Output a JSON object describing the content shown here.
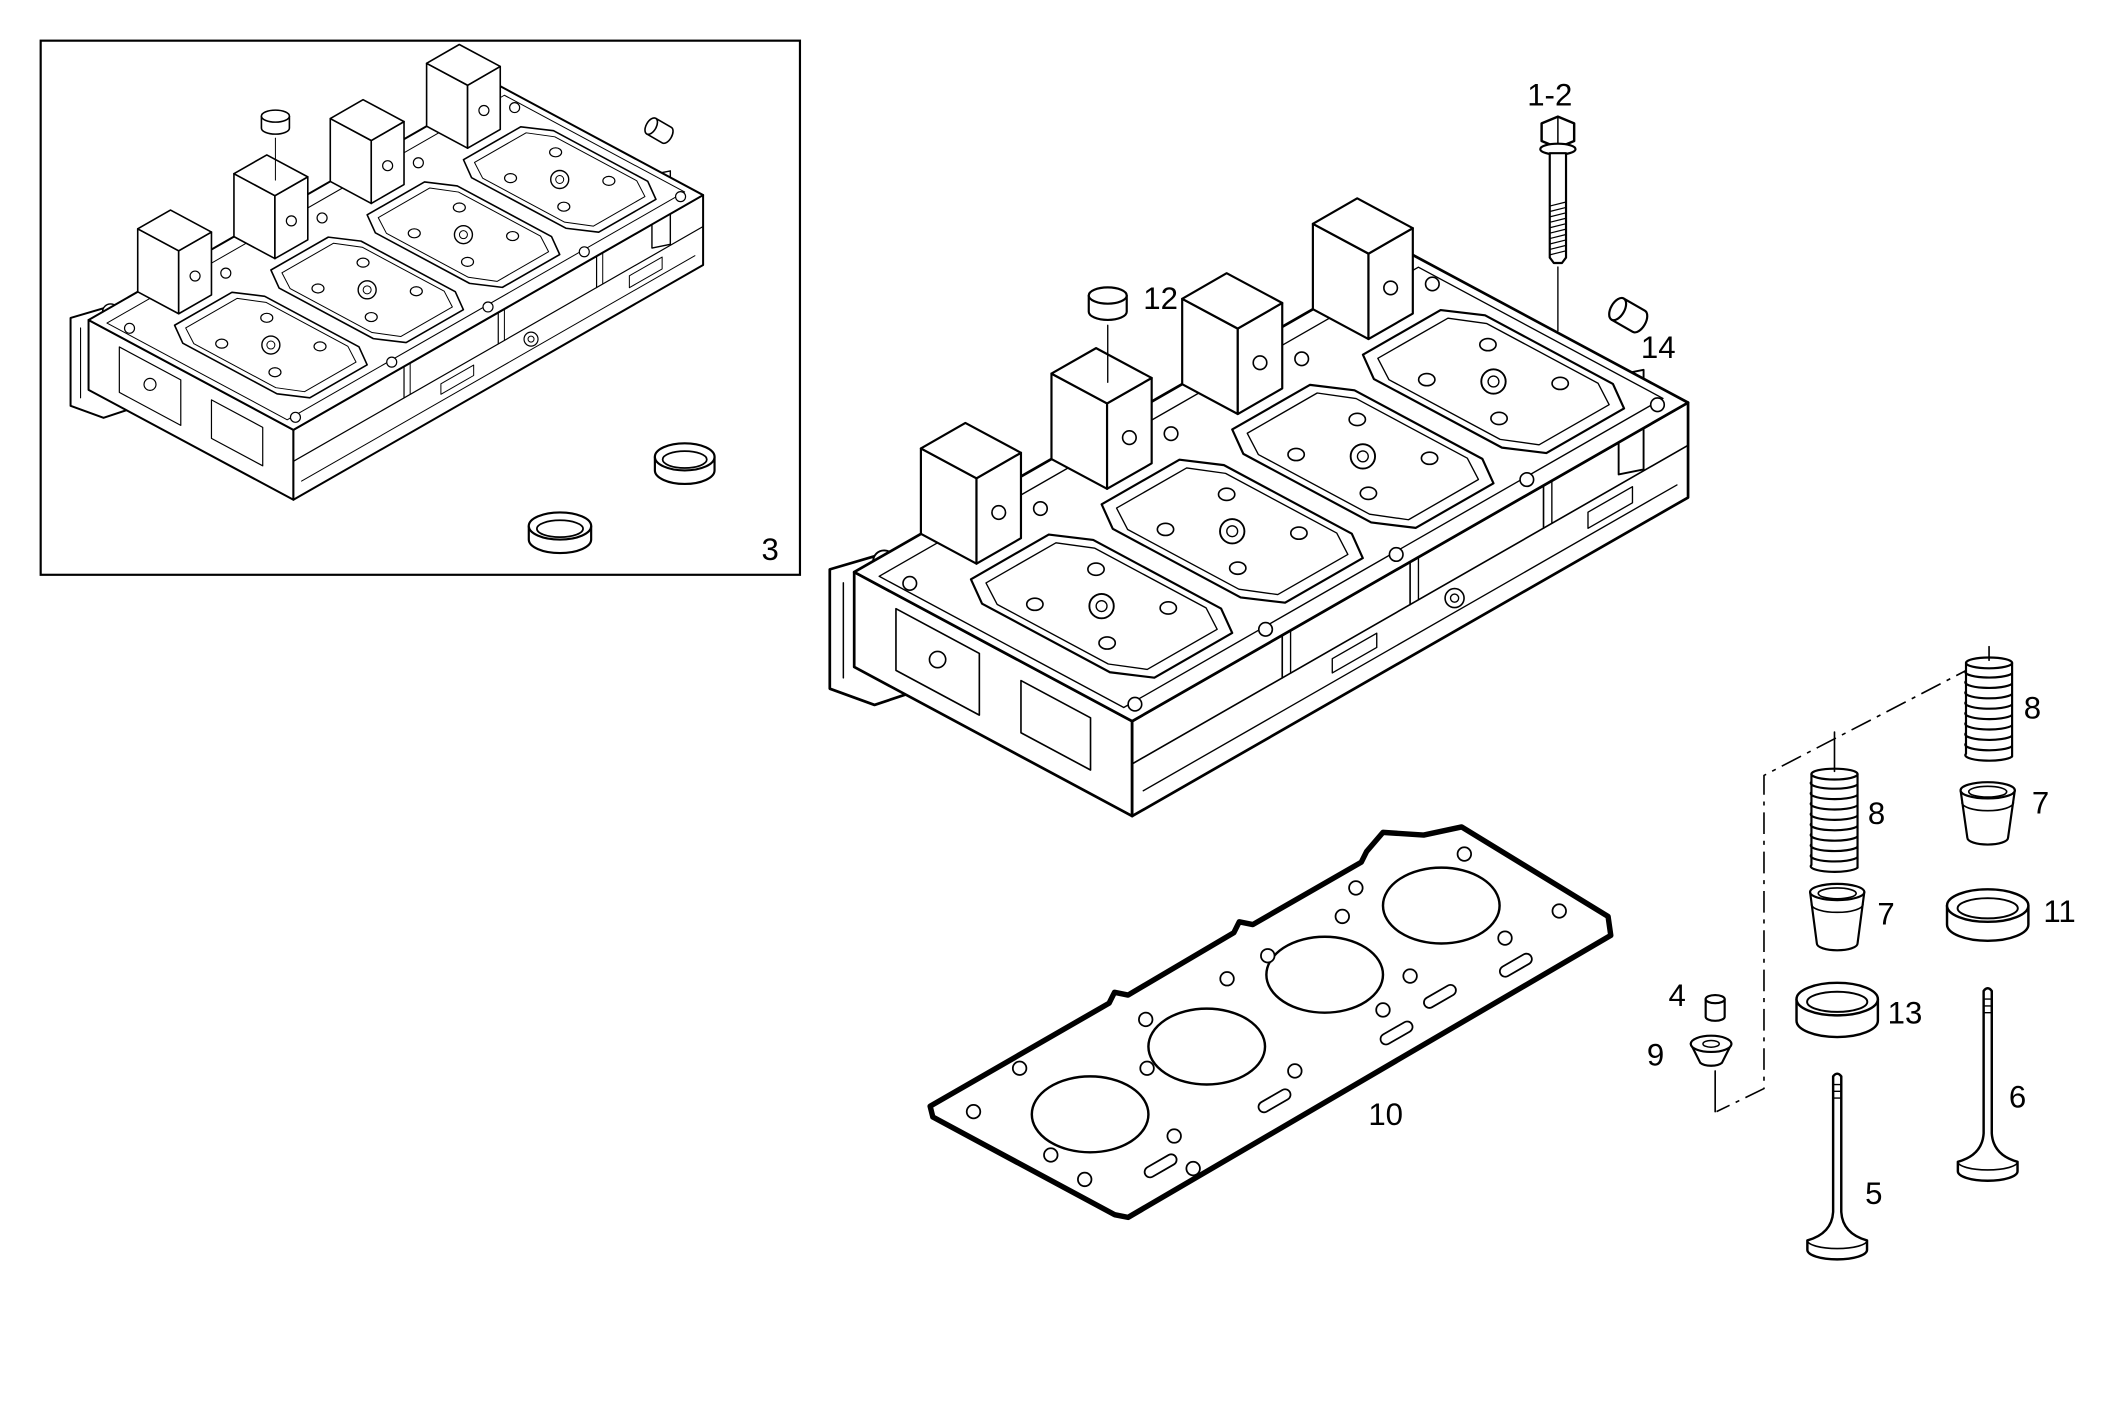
{
  "colors": {
    "line": "#000000",
    "paper": "#ffffff"
  },
  "callouts": {
    "head_bolt": "1-2",
    "plug_left": "12",
    "plug_right": "14",
    "head_kit": "3",
    "spring_right": "8",
    "spring_left": "8",
    "retainer_right": "7",
    "retainer_left": "7",
    "seal_right": "11",
    "seal_left": "13",
    "collet": "4",
    "cap": "9",
    "valve_right": "6",
    "valve_left": "5",
    "gasket": "10"
  }
}
